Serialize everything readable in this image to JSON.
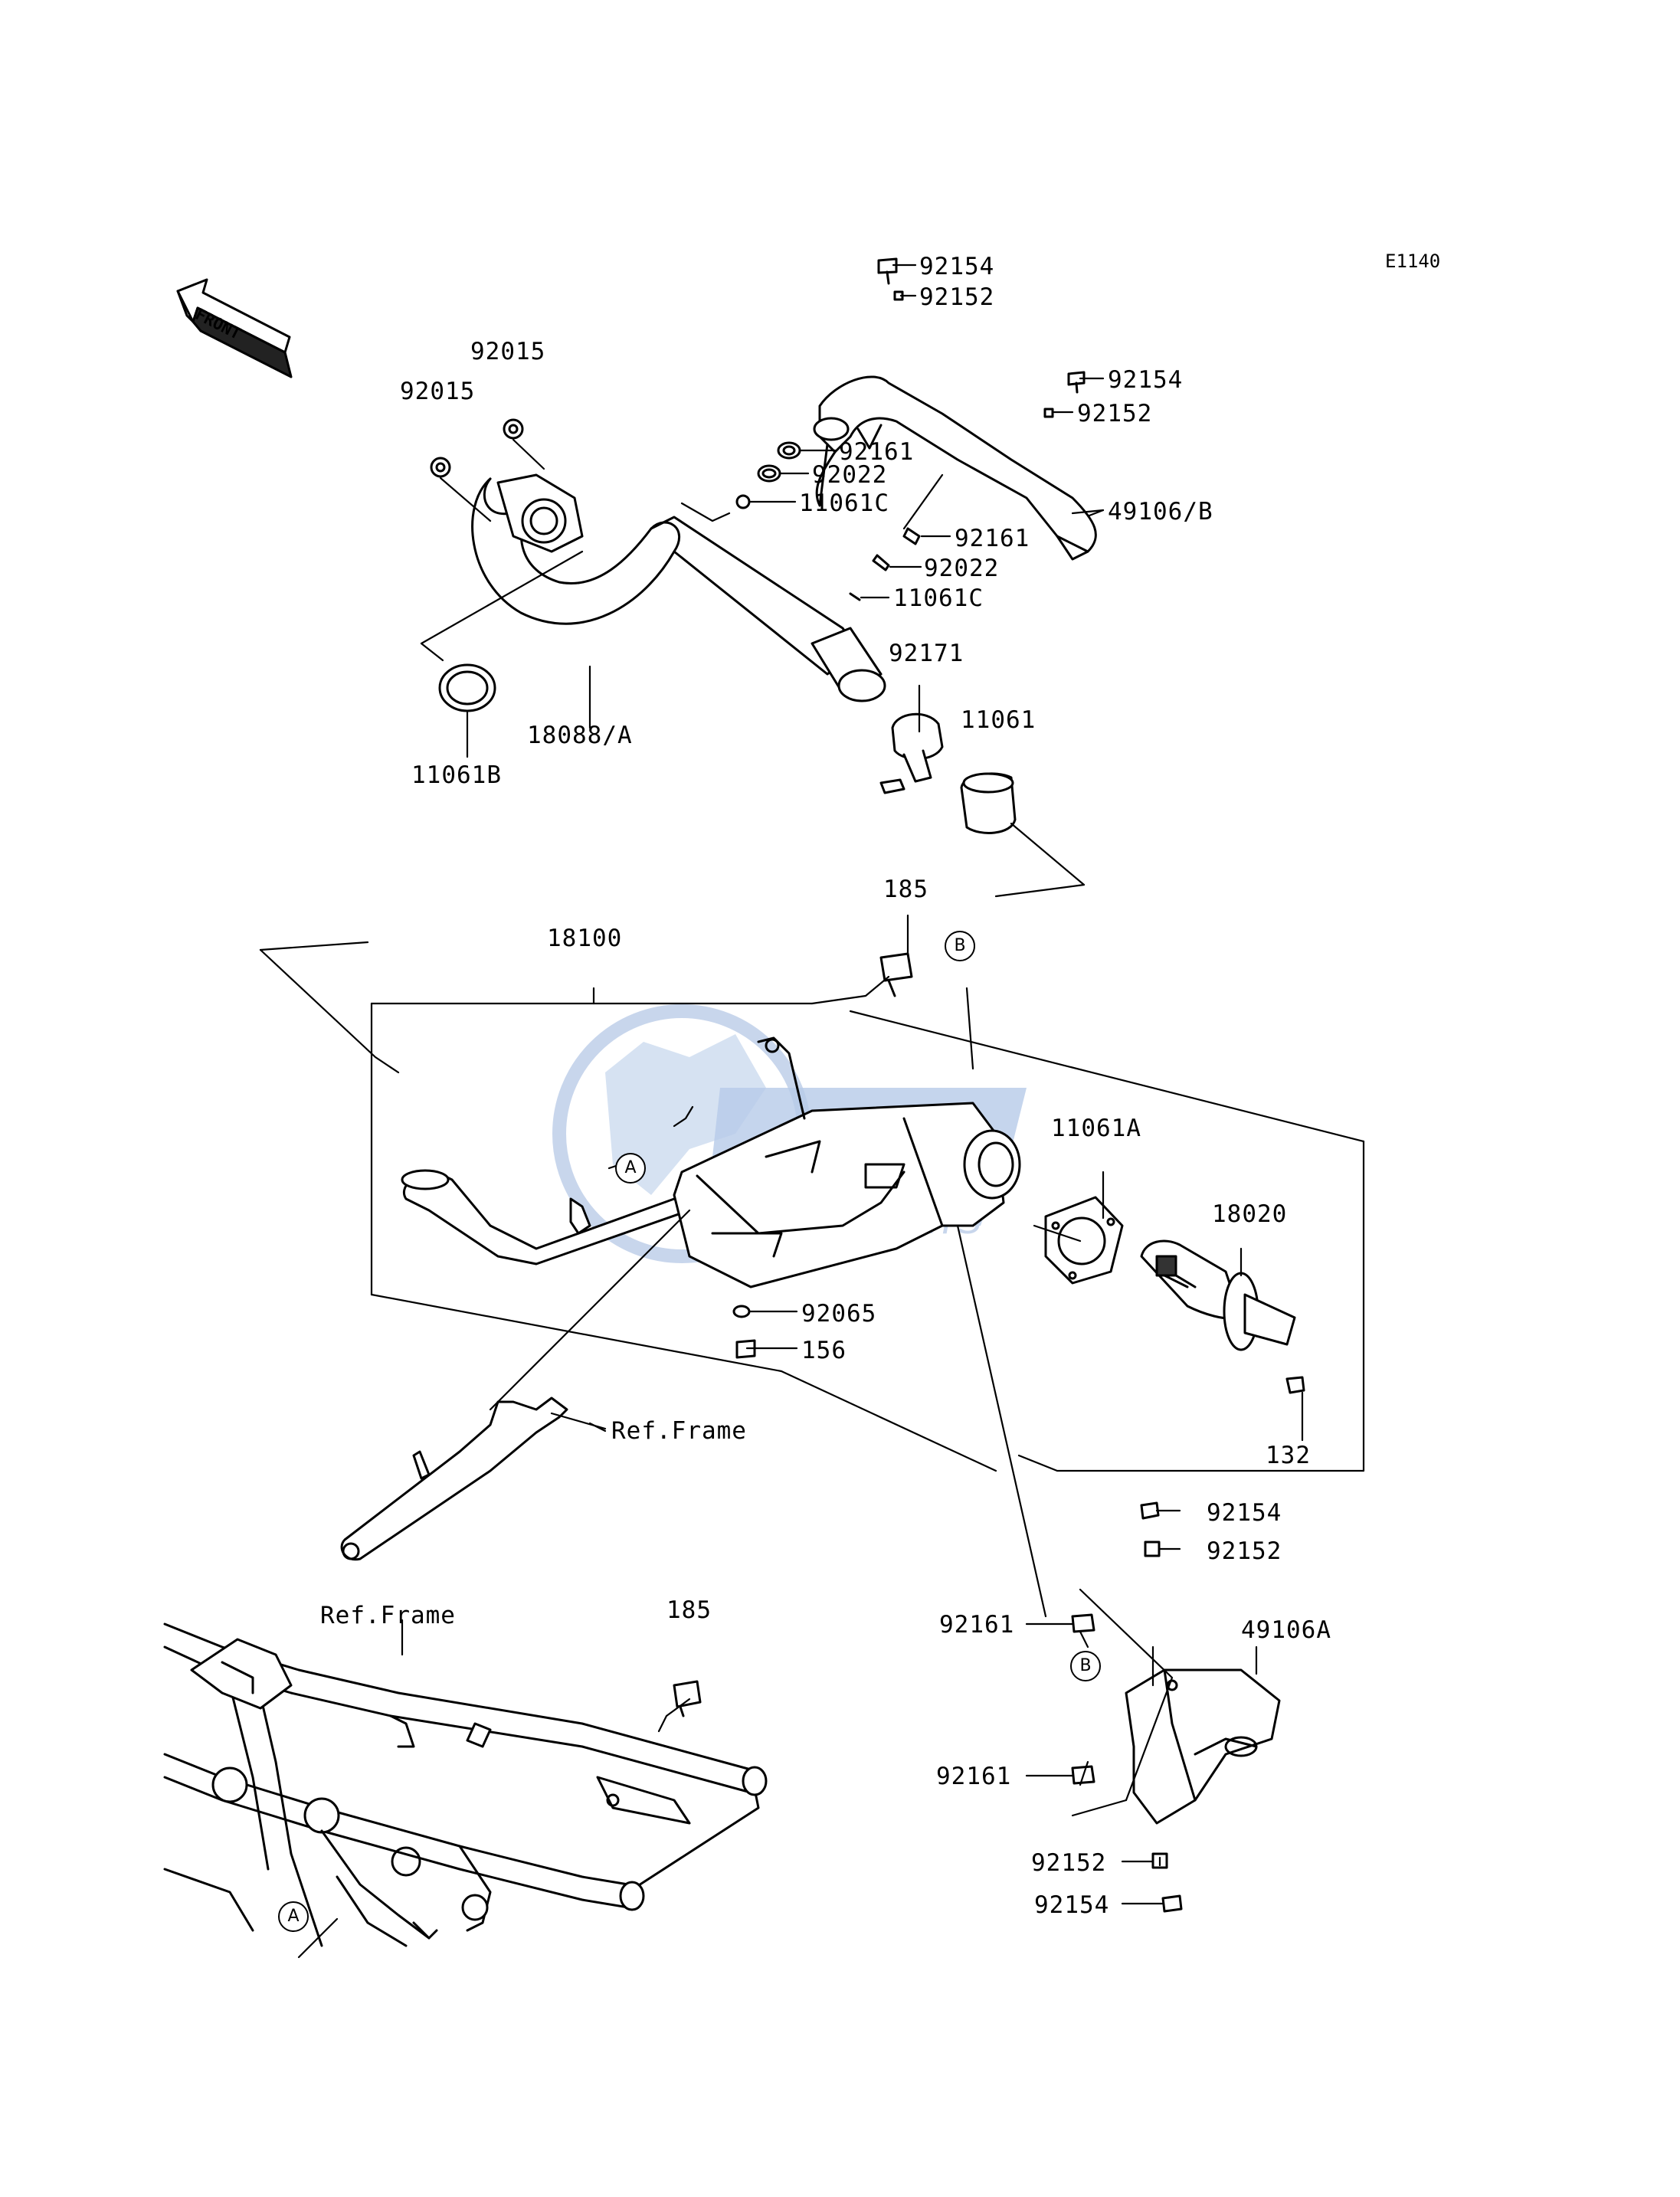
{
  "diagram": {
    "code": "E1140",
    "front_arrow_text": "FRONT",
    "colors": {
      "line": "#000000",
      "watermark": "#c8d6ec"
    }
  },
  "parts": {
    "p92154_a": "92154",
    "p92152_a": "92152",
    "p92154_b": "92154",
    "p92152_b": "92152",
    "p92015_a": "92015",
    "p92015_b": "92015",
    "p92161_a": "92161",
    "p92022_a": "92022",
    "p11061c_a": "11061C",
    "p49106b": "49106/B",
    "p92161_b": "92161",
    "p92022_b": "92022",
    "p11061c_b": "11061C",
    "p92171": "92171",
    "p11061": "11061",
    "p11061b": "11061B",
    "p18088a": "18088/A",
    "p185_a": "185",
    "p18100": "18100",
    "p11061a": "11061A",
    "p18020": "18020",
    "p92065": "92065",
    "p156": "156",
    "ref_frame_a": "Ref.Frame",
    "p132": "132",
    "p92154_c": "92154",
    "p92152_c": "92152",
    "p92161_c": "92161",
    "p49106a": "49106A",
    "ref_frame_b": "Ref.Frame",
    "p185_b": "185",
    "p92161_d": "92161",
    "p92152_d": "92152",
    "p92154_d": "92154"
  },
  "callouts": {
    "a1": "A",
    "a2": "A",
    "b1": "B",
    "b2": "B"
  }
}
